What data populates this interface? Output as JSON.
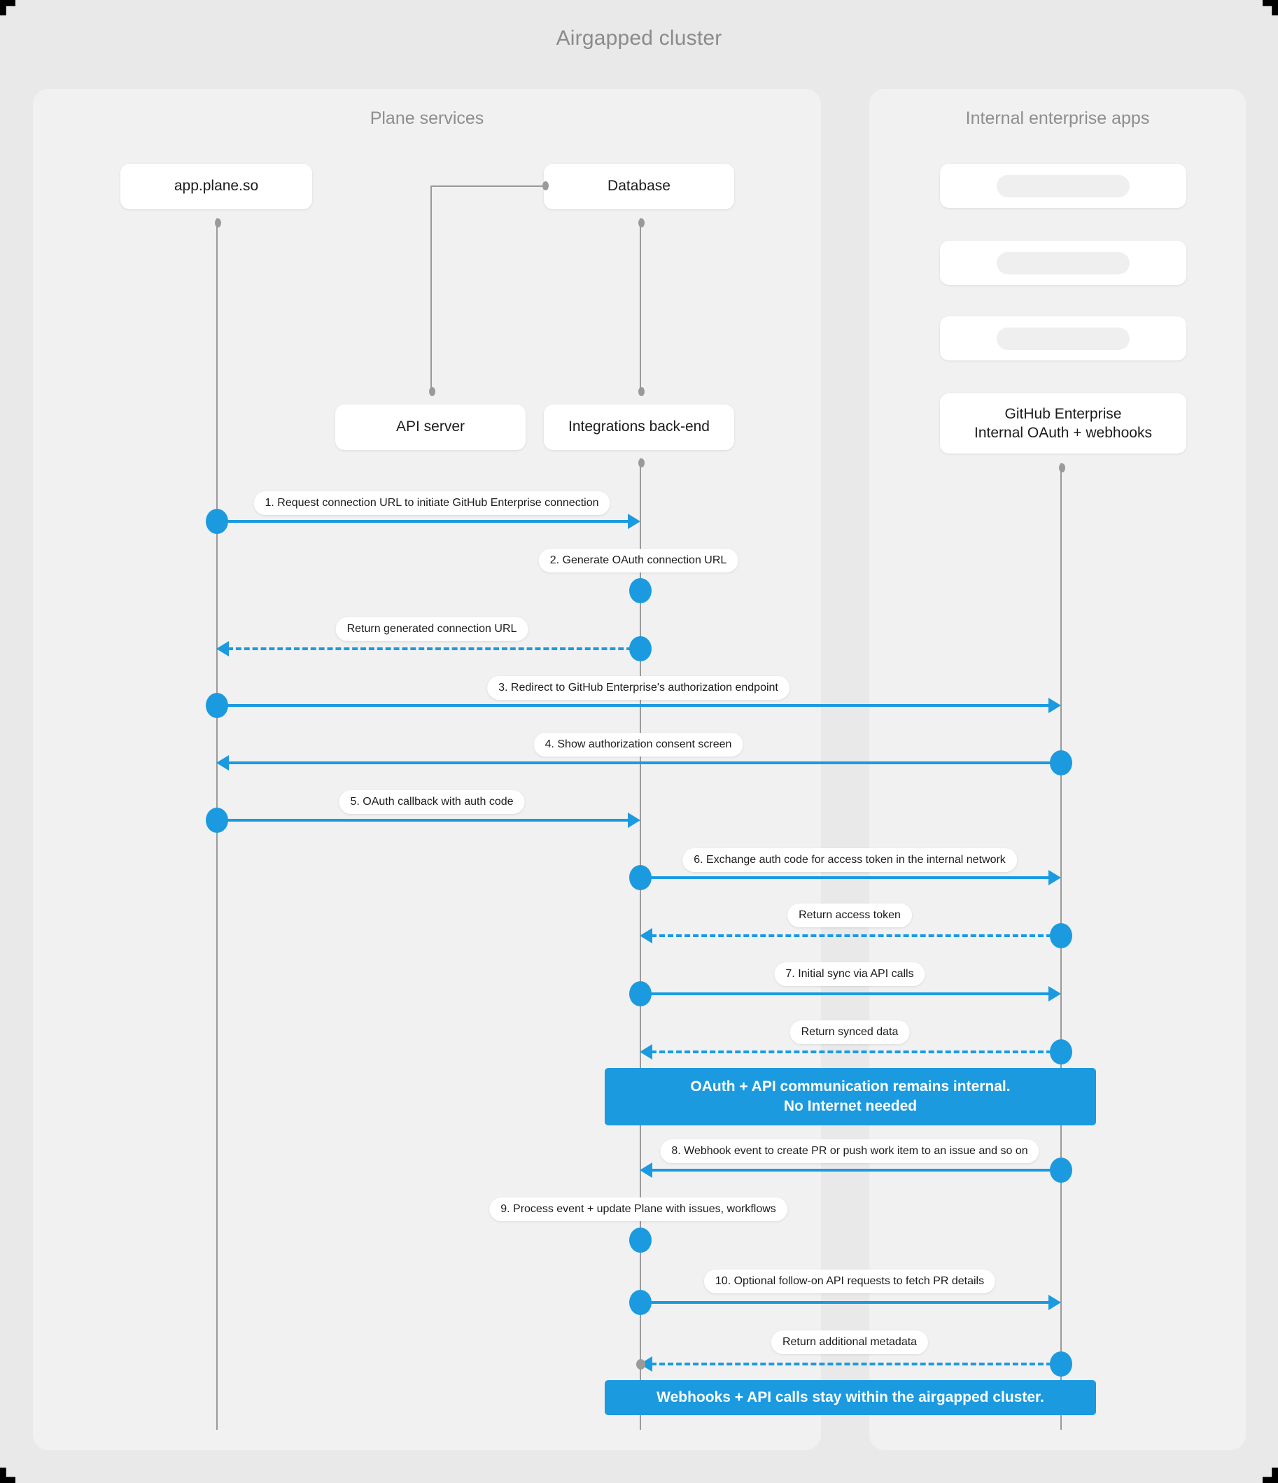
{
  "title": "Airgapped cluster",
  "panels": {
    "plane": {
      "title": "Plane services"
    },
    "enterprise": {
      "title": "Internal enterprise apps"
    }
  },
  "actors": [
    {
      "id": "app-plane-so",
      "label": "app.plane.so"
    },
    {
      "id": "database",
      "label": "Database"
    },
    {
      "id": "api-server",
      "label": "API server"
    },
    {
      "id": "integrations-backend",
      "label": "Integrations back-end"
    }
  ],
  "enterprise_cards": [
    {
      "id": "placeholder-1",
      "label": ""
    },
    {
      "id": "placeholder-2",
      "label": ""
    },
    {
      "id": "placeholder-3",
      "label": ""
    },
    {
      "id": "github-enterprise",
      "line1": "GitHub Enterprise",
      "line2": "Internal OAuth + webhooks"
    }
  ],
  "messages": [
    {
      "n": 1,
      "label": "1. Request connection URL to initiate GitHub Enterprise connection"
    },
    {
      "n": 2,
      "label": "2. Generate OAuth connection URL"
    },
    {
      "n": 3,
      "label": "Return generated connection URL"
    },
    {
      "n": 4,
      "label": "3. Redirect to GitHub Enterprise's authorization endpoint"
    },
    {
      "n": 5,
      "label": "4. Show authorization consent screen"
    },
    {
      "n": 6,
      "label": "5. OAuth callback with auth code"
    },
    {
      "n": 7,
      "label": "6. Exchange auth code for access token in the internal network"
    },
    {
      "n": 8,
      "label": "Return access token"
    },
    {
      "n": 9,
      "label": "7. Initial sync via API calls"
    },
    {
      "n": 10,
      "label": "Return synced data"
    },
    {
      "n": 11,
      "label": "8. Webhook event to create PR  or push work item to an issue  and so on"
    },
    {
      "n": 12,
      "label": "9. Process event + update Plane with issues, workflows"
    },
    {
      "n": 13,
      "label": "10. Optional follow-on API requests to fetch PR details"
    },
    {
      "n": 14,
      "label": "Return additional metadata"
    }
  ],
  "notes": [
    {
      "id": "internal",
      "line1": "OAuth + API communication remains internal.",
      "line2": "No Internet needed"
    },
    {
      "id": "airgapped",
      "line1": "Webhooks + API calls stay within the airgapped cluster.",
      "line2": ""
    }
  ],
  "colors": {
    "accent": "#1b9ae0",
    "background": "#e9e9e9",
    "panel": "#f1f1f1",
    "lifeline": "#9a9a9a",
    "title_text": "#8b8b8b"
  }
}
